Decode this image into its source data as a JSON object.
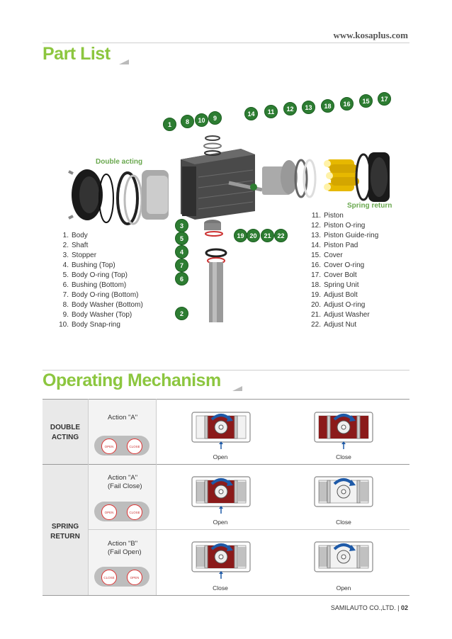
{
  "header": {
    "website": "www.kosaplus.com"
  },
  "part_list": {
    "title": "Part List",
    "label_double_acting": "Double acting",
    "label_spring_return": "Spring return",
    "callouts": [
      "1",
      "2",
      "3",
      "4",
      "5",
      "6",
      "7",
      "8",
      "9",
      "10",
      "11",
      "12",
      "13",
      "14",
      "15",
      "16",
      "17",
      "18",
      "19",
      "20",
      "21",
      "22"
    ],
    "left_items": [
      {
        "n": "1.",
        "t": "Body"
      },
      {
        "n": "2.",
        "t": "Shaft"
      },
      {
        "n": "3.",
        "t": "Stopper"
      },
      {
        "n": "4.",
        "t": "Bushing (Top)"
      },
      {
        "n": "5.",
        "t": "Body O-ring (Top)"
      },
      {
        "n": "6.",
        "t": "Bushing (Bottom)"
      },
      {
        "n": "7.",
        "t": "Body O-ring (Bottom)"
      },
      {
        "n": "8.",
        "t": "Body Washer (Bottom)"
      },
      {
        "n": "9.",
        "t": "Body Washer (Top)"
      },
      {
        "n": "10.",
        "t": "Body Snap-ring"
      }
    ],
    "right_items": [
      {
        "n": "11.",
        "t": "Piston"
      },
      {
        "n": "12.",
        "t": "Piston O-ring"
      },
      {
        "n": "13.",
        "t": "Piston Guide-ring"
      },
      {
        "n": "14.",
        "t": "Piston Pad"
      },
      {
        "n": "15.",
        "t": "Cover"
      },
      {
        "n": "16.",
        "t": "Cover O-ring"
      },
      {
        "n": "17.",
        "t": "Cover Bolt"
      },
      {
        "n": "18.",
        "t": "Spring Unit"
      },
      {
        "n": "19.",
        "t": "Adjust Bolt"
      },
      {
        "n": "20.",
        "t": "Adjust O-ring"
      },
      {
        "n": "21.",
        "t": "Adjust Washer"
      },
      {
        "n": "22.",
        "t": "Adjust Nut"
      }
    ]
  },
  "operating": {
    "title": "Operating Mechanism",
    "groups": [
      {
        "label_line1": "DOUBLE",
        "label_line2": "ACTING"
      },
      {
        "label_line1": "SPRING",
        "label_line2": "RETURN"
      }
    ],
    "rows": [
      {
        "action_line1": "Action \"A\"",
        "action_line2": "",
        "pill_left": "OPEN",
        "pill_right": "CLOSE",
        "cap_left": "Open",
        "cap_right": "Close"
      },
      {
        "action_line1": "Action \"A\"",
        "action_line2": "(Fail Close)",
        "pill_left": "OPEN",
        "pill_right": "CLOSE",
        "cap_left": "Open",
        "cap_right": "Close"
      },
      {
        "action_line1": "Action \"B\"",
        "action_line2": "(Fail Open)",
        "pill_left": "CLOSE",
        "pill_right": "OPEN",
        "cap_left": "Close",
        "cap_right": "Open"
      }
    ]
  },
  "footer": {
    "company": "SAMILAUTO CO.,LTD.",
    "separator": "|",
    "page": "02"
  },
  "colors": {
    "accent_green": "#8cc63f",
    "callout_green": "#2d7d32",
    "piston_red": "#8b1a1a",
    "arrow_blue": "#1e5aa8"
  }
}
